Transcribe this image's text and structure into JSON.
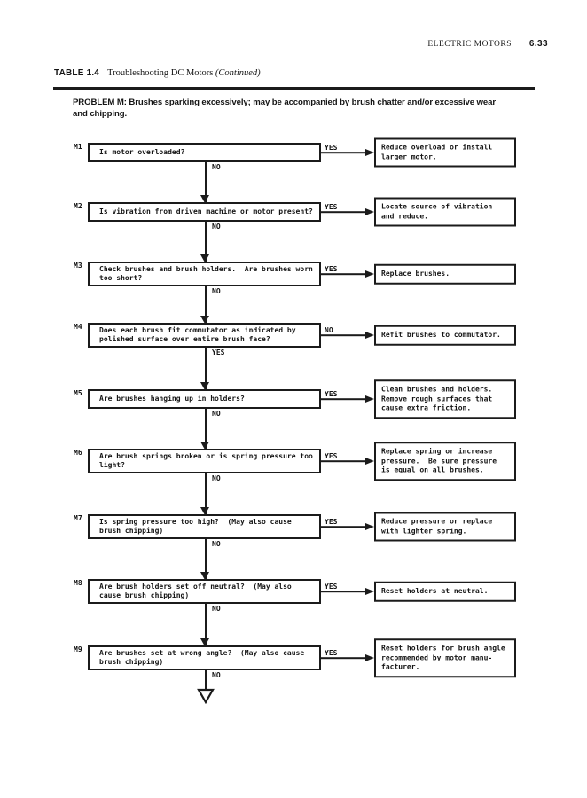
{
  "page": {
    "header": {
      "title": "ELECTRIC MOTORS",
      "page_number": "6.33"
    },
    "caption": {
      "label": "TABLE 1.4",
      "title": "Troubleshooting DC Motors",
      "continued": "(Continued)"
    },
    "problem": {
      "label": "PROBLEM M:",
      "text": " Brushes sparking excessively; may be accompanied by brush chatter and/or excessive wear\nand chipping."
    }
  },
  "flowchart": {
    "steps": [
      {
        "id": "M1",
        "question": "Is motor overloaded?",
        "side_label": "YES",
        "down_label": "NO",
        "action": "Reduce overload or install\nlarger motor."
      },
      {
        "id": "M2",
        "question": "Is vibration from driven machine or motor present?",
        "side_label": "YES",
        "down_label": "NO",
        "action": "Locate source of vibration\nand reduce."
      },
      {
        "id": "M3",
        "question": "Check brushes and brush holders.  Are brushes worn\ntoo short?",
        "side_label": "YES",
        "down_label": "NO",
        "action": "Replace brushes."
      },
      {
        "id": "M4",
        "question": "Does each brush fit commutator as indicated by\npolished surface over entire brush face?",
        "side_label": "NO",
        "down_label": "YES",
        "action": "Refit brushes to commutator."
      },
      {
        "id": "M5",
        "question": "Are brushes hanging up in holders?",
        "side_label": "YES",
        "down_label": "NO",
        "action": "Clean brushes and holders.\nRemove rough surfaces that\ncause extra friction."
      },
      {
        "id": "M6",
        "question": "Are brush springs broken or is spring pressure too\nlight?",
        "side_label": "YES",
        "down_label": "NO",
        "action": "Replace spring or increase\npressure.  Be sure pressure\nis equal on all brushes."
      },
      {
        "id": "M7",
        "question": "Is spring pressure too high?  (May also cause\nbrush chipping)",
        "side_label": "YES",
        "down_label": "NO",
        "action": "Reduce pressure or replace\nwith lighter spring."
      },
      {
        "id": "M8",
        "question": "Are brush holders set off neutral?  (May also\ncause brush chipping)",
        "side_label": "YES",
        "down_label": "NO",
        "action": "Reset holders at neutral."
      },
      {
        "id": "M9",
        "question": "Are brushes set at wrong angle?  (May also cause\nbrush chipping)",
        "side_label": "YES",
        "down_label": "NO",
        "action": "Reset holders for brush angle\nrecommended by motor manu-\nfacturer."
      }
    ]
  },
  "colors": {
    "ink": "#1b1b1b",
    "paper": "#ffffff"
  }
}
